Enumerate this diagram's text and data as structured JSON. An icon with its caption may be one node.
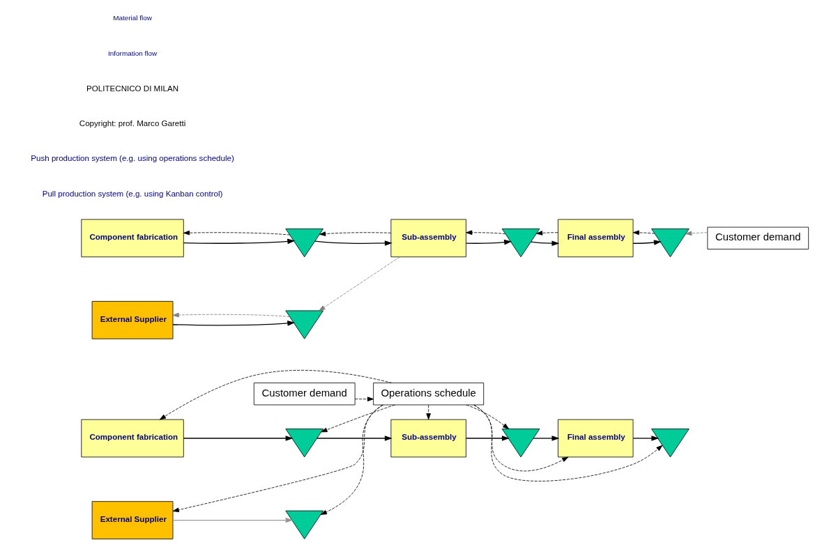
{
  "diagram": {
    "nodes": [
      {
        "text": [
          "Component fabrication"
        ]
      },
      {
        "text": [],
        "shape": "triangle"
      },
      {
        "text": [
          "Sub-assembly"
        ]
      },
      {
        "text": [],
        "shape": "triangle"
      },
      {
        "text": [
          "Final assembly"
        ]
      },
      {
        "text": [],
        "shape": "triangle"
      },
      {
        "text": [
          "Customer demand"
        ]
      },
      {
        "text": [
          "External Supplier"
        ]
      },
      {
        "text": [],
        "shape": "triangle"
      },
      {
        "text": [
          "Customer demand"
        ]
      },
      {
        "text": [
          "Operations schedule"
        ]
      },
      {
        "text": [
          "Component fabrication"
        ]
      },
      {
        "text": [],
        "shape": "triangle"
      },
      {
        "text": [
          "Sub-assembly"
        ]
      },
      {
        "text": [],
        "shape": "triangle"
      },
      {
        "text": [
          "Final assembly"
        ]
      },
      {
        "text": [],
        "shape": "triangle"
      },
      {
        "text": [
          "External Supplier"
        ]
      },
      {
        "text": [],
        "shape": "triangle"
      }
    ],
    "edges": [
      {
        "from": 0,
        "to": 1,
        "arrow": "to"
      },
      {
        "from": 1,
        "to": 2,
        "arrow": "to"
      },
      {
        "from": 2,
        "to": 3,
        "arrow": "to"
      },
      {
        "from": 3,
        "to": 4,
        "arrow": "to"
      },
      {
        "from": 4,
        "to": 5,
        "arrow": "to"
      },
      {
        "from": 7,
        "to": 8,
        "arrow": "to"
      },
      {
        "from": 1,
        "to": 0,
        "arrow": "to",
        "style": "dashed"
      },
      {
        "from": 2,
        "to": 1,
        "arrow": "to",
        "style": "dashed"
      },
      {
        "from": 3,
        "to": 2,
        "arrow": "to",
        "style": "dashed"
      },
      {
        "from": 4,
        "to": 3,
        "arrow": "to",
        "style": "dashed"
      },
      {
        "from": 5,
        "to": 4,
        "arrow": "to",
        "style": "dashed"
      },
      {
        "from": 6,
        "to": 5,
        "arrow": "to",
        "style": "dashed",
        "color": "#808080"
      },
      {
        "from": 8,
        "to": 7,
        "arrow": "to",
        "style": "dashed",
        "color": "#808080"
      },
      {
        "from": 2,
        "to": 8,
        "arrow": "to",
        "style": "dashed",
        "color": "#808080"
      },
      {
        "from": 9,
        "to": 10,
        "arrow": "to",
        "style": "dashed"
      },
      {
        "from": 10,
        "to": 11,
        "arrow": "to",
        "style": "dashed"
      },
      {
        "from": 10,
        "to": 12,
        "arrow": "to",
        "style": "dashed"
      },
      {
        "from": 10,
        "to": 13,
        "arrow": "to",
        "style": "dashed"
      },
      {
        "from": 10,
        "to": 14,
        "arrow": "to",
        "style": "dashed"
      },
      {
        "from": 10,
        "to": 15,
        "arrow": "to",
        "style": "dashed"
      },
      {
        "from": 10,
        "to": 16,
        "arrow": "to",
        "style": "dashed"
      },
      {
        "from": 10,
        "to": 17,
        "arrow": "to",
        "style": "dashed"
      },
      {
        "from": 10,
        "to": 18,
        "arrow": "to",
        "style": "dashed"
      },
      {
        "from": 11,
        "to": 12,
        "arrow": "to"
      },
      {
        "from": 12,
        "to": 13,
        "arrow": "to"
      },
      {
        "from": 13,
        "to": 14,
        "arrow": "to"
      },
      {
        "from": 14,
        "to": 15,
        "arrow": "to"
      },
      {
        "from": 15,
        "to": 16,
        "arrow": "to"
      },
      {
        "from": 17,
        "to": 18,
        "arrow": "to",
        "color": "#999999"
      }
    ],
    "labels": [
      "Pull production system (e.g. using Kanban control)",
      "Push production system (e.g. using operations schedule)",
      "Copyright: prof. Marco Garetti",
      "POLITECNICO DI MILAN"
    ],
    "legend": [
      {
        "text": "Material flow"
      },
      {
        "text": "Information flow"
      }
    ]
  }
}
